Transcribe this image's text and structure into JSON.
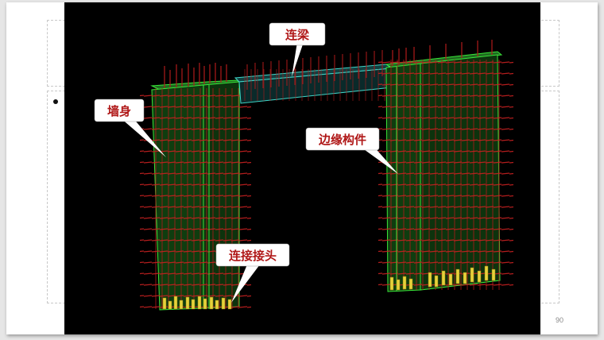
{
  "slide": {
    "page_number": "90",
    "bullet": "•"
  },
  "figure": {
    "description": "3D rebar model of shear wall with coupling beam",
    "callouts": [
      {
        "id": "coupling-beam",
        "label": "连梁"
      },
      {
        "id": "wall-body",
        "label": "墙身"
      },
      {
        "id": "boundary-element",
        "label": "边缘构件"
      },
      {
        "id": "splice-joint",
        "label": "连接接头"
      }
    ]
  },
  "colors": {
    "background": "#000000",
    "wall_fill": "#0f3d0f",
    "wall_edge": "#39e639",
    "beam_edge": "#3fd6c8",
    "rebar": "#c81e1e",
    "splice": "#e6d23a",
    "callout_text": "#b01818"
  }
}
